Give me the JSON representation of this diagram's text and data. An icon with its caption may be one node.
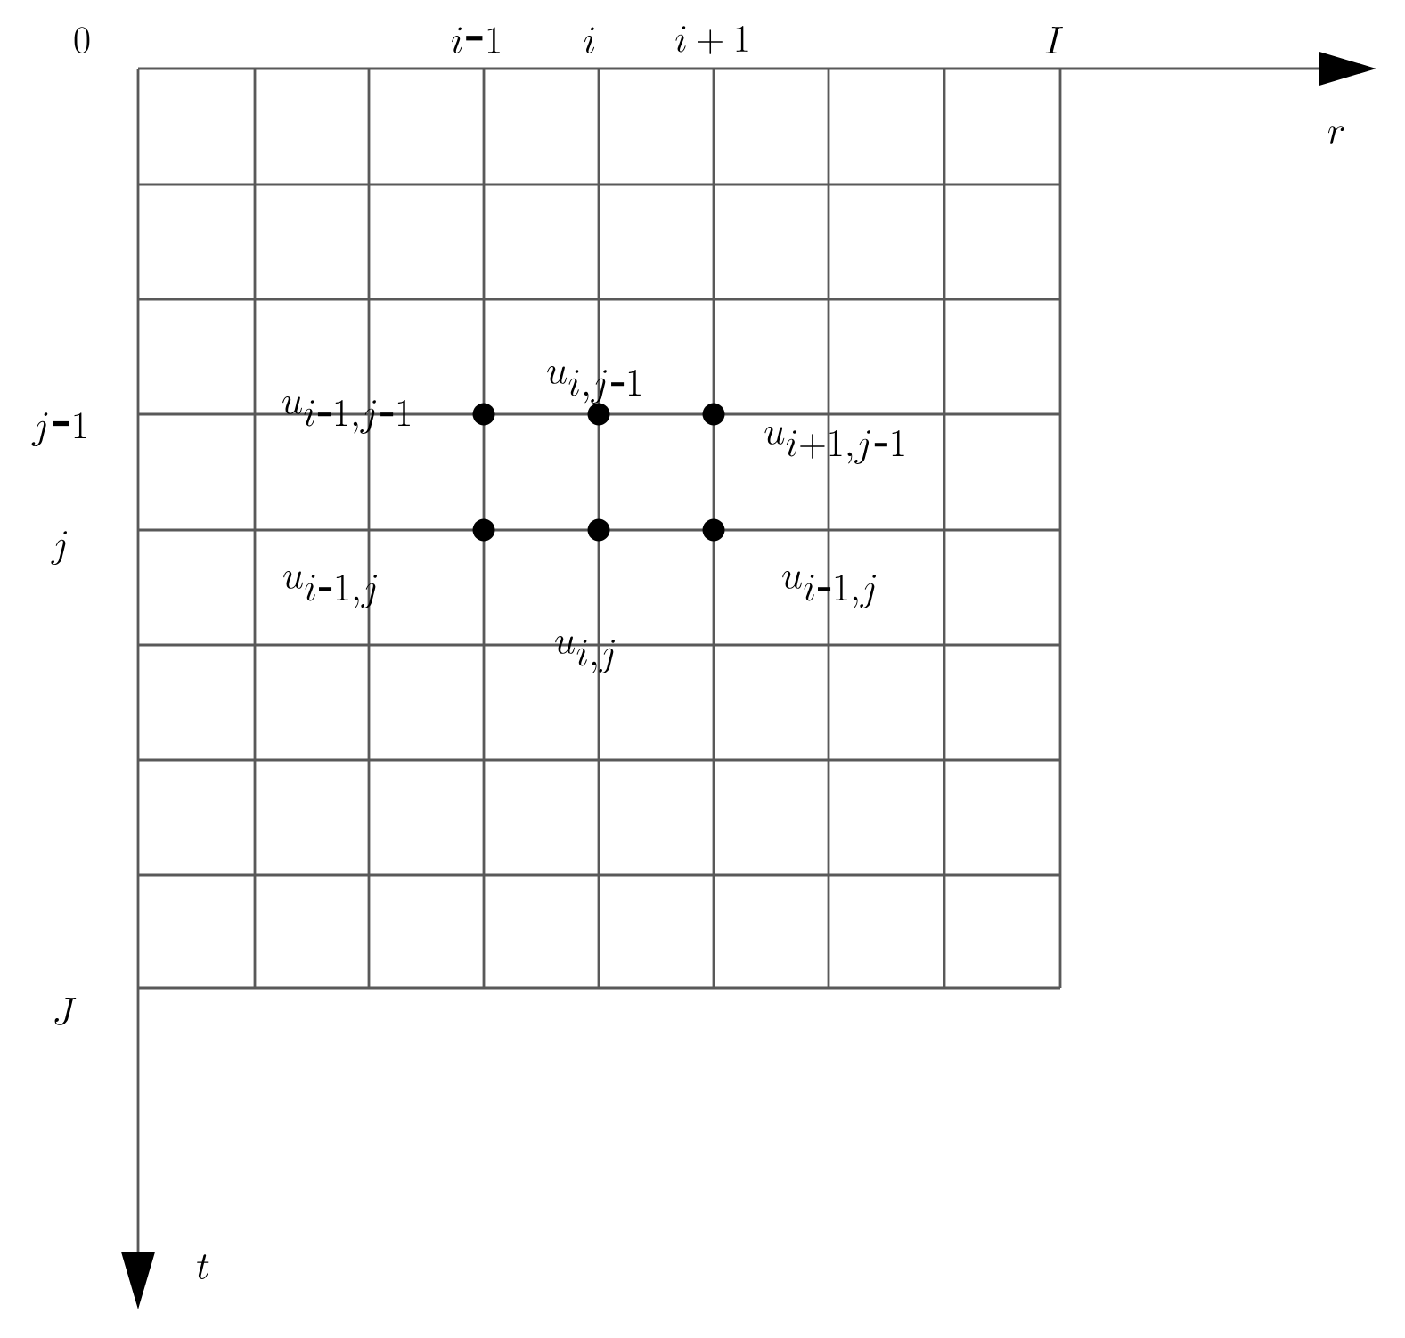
{
  "diagram": {
    "labels": [
      "0",
      "i\\text{-}1",
      "i",
      "i+1",
      "I",
      "r",
      "j\\text{-}1",
      "j",
      "u_{i\\text{-}1,j\\text{-}1}",
      "u_{i,j\\text{-}1}",
      "u_{i+1,j\\text{-}1}",
      "u_{i\\text{-}1,j}",
      "u_{i,j}",
      "u_{i\\text{-}1,j}",
      "J",
      "t"
    ]
  }
}
